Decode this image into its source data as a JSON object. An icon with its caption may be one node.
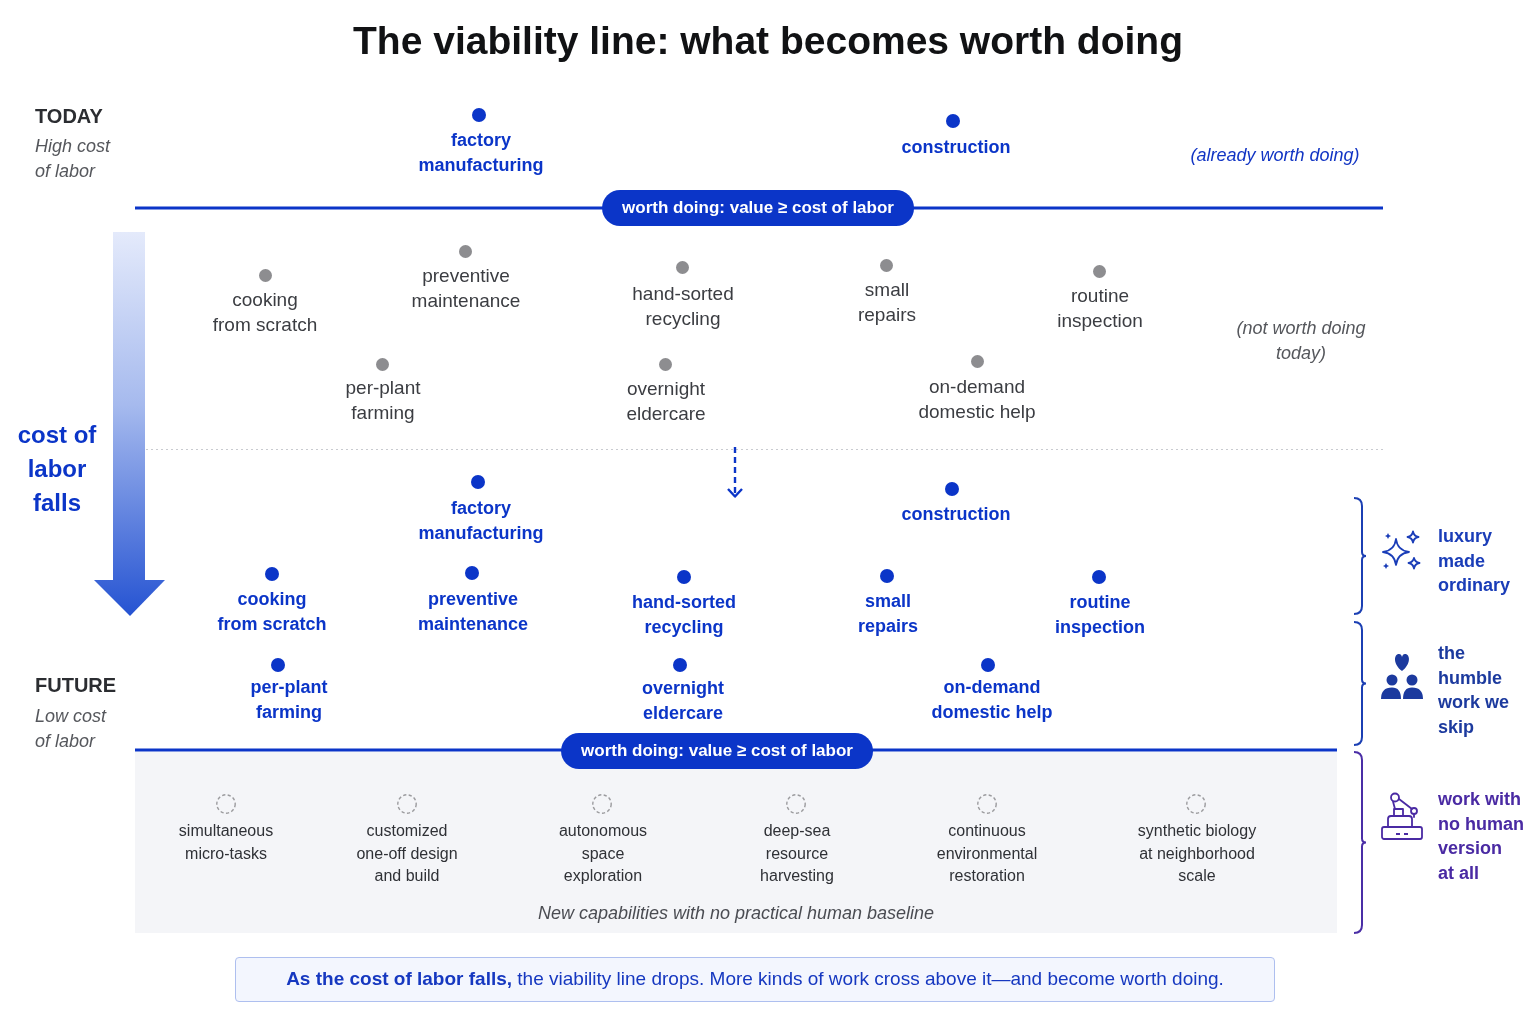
{
  "diagram": {
    "title": "The viability line: what becomes worth doing",
    "nodes": [
      {
        "text": [
          "worth doing: value ≥ cost of labor"
        ]
      },
      {
        "text": [
          "worth doing: value ≥ cost of labor"
        ]
      },
      {
        "text": [
          "New capabilities with no practical human baseline"
        ]
      },
      {
        "text": [
          "**As the cost of labor falls,** the viability line drops. More kinds of work cross above it—and become worth doing."
        ]
      }
    ],
    "labels": [
      "TODAY",
      "High cost of labor",
      "factory manufacturing",
      "construction",
      "(already worth doing)",
      "cooking from scratch",
      "preventive maintenance",
      "hand-sorted recycling",
      "small repairs",
      "routine inspection",
      "(not worth doing today)",
      "per-plant farming",
      "overnight eldercare",
      "on-demand domestic help",
      "cost of labor falls",
      "factory manufacturing",
      "construction",
      "luxury made ordinary",
      "cooking from scratch",
      "preventive maintenance",
      "hand-sorted recycling",
      "small repairs",
      "routine inspection",
      "the humble work we skip",
      "FUTURE",
      "Low cost of labor",
      "per-plant farming",
      "overnight eldercare",
      "on-demand domestic help",
      "work with no human version at all",
      "simultaneous micro-tasks",
      "customized one-off design and build",
      "autonomous space exploration",
      "deep-sea resource harvesting",
      "continuous environmental restoration",
      "synthetic biology at neighborhood scale"
    ]
  }
}
